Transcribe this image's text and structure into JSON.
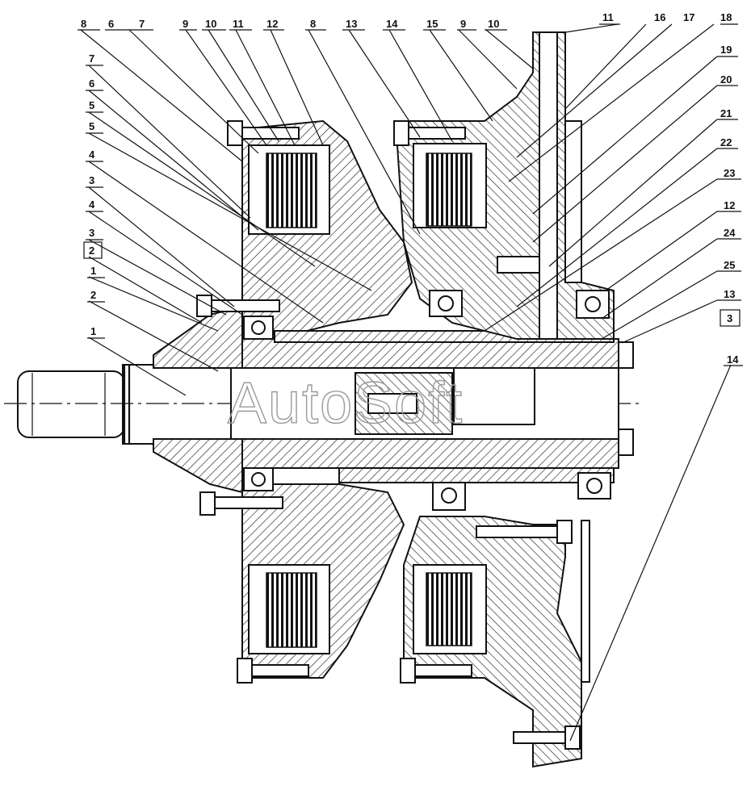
{
  "callouts": [
    {
      "id": "c-8a",
      "text": "8"
    },
    {
      "id": "c-6a",
      "text": "6"
    },
    {
      "id": "c-7a",
      "text": "7"
    },
    {
      "id": "c-9a",
      "text": "9"
    },
    {
      "id": "c-10a",
      "text": "10"
    },
    {
      "id": "c-11a",
      "text": "11"
    },
    {
      "id": "c-12a",
      "text": "12"
    },
    {
      "id": "c-8b",
      "text": "8"
    },
    {
      "id": "c-13a",
      "text": "13"
    },
    {
      "id": "c-14a",
      "text": "14"
    },
    {
      "id": "c-15",
      "text": "15"
    },
    {
      "id": "c-9b",
      "text": "9"
    },
    {
      "id": "c-10b",
      "text": "10"
    },
    {
      "id": "c-11b",
      "text": "11"
    },
    {
      "id": "c-16",
      "text": "16"
    },
    {
      "id": "c-17",
      "text": "17"
    },
    {
      "id": "c-18",
      "text": "18"
    },
    {
      "id": "c-19",
      "text": "19"
    },
    {
      "id": "c-20",
      "text": "20"
    },
    {
      "id": "c-21",
      "text": "21"
    },
    {
      "id": "c-22",
      "text": "22"
    },
    {
      "id": "c-23",
      "text": "23"
    },
    {
      "id": "c-12b",
      "text": "12"
    },
    {
      "id": "c-24",
      "text": "24"
    },
    {
      "id": "c-25",
      "text": "25"
    },
    {
      "id": "c-13b",
      "text": "13"
    },
    {
      "id": "c-3b",
      "text": "3"
    },
    {
      "id": "c-14b",
      "text": "14"
    },
    {
      "id": "c-7b",
      "text": "7"
    },
    {
      "id": "c-6b",
      "text": "6"
    },
    {
      "id": "c-5a",
      "text": "5"
    },
    {
      "id": "c-5b",
      "text": "5"
    },
    {
      "id": "c-4a",
      "text": "4"
    },
    {
      "id": "c-3a",
      "text": "3"
    },
    {
      "id": "c-4b",
      "text": "4"
    },
    {
      "id": "c-3c",
      "text": "3"
    },
    {
      "id": "c-2a",
      "text": "2"
    },
    {
      "id": "c-1a",
      "text": "1"
    },
    {
      "id": "c-2b",
      "text": "2"
    },
    {
      "id": "c-1b",
      "text": "1"
    }
  ],
  "watermark": "AutoSoft",
  "colors": {
    "ink": "#111111",
    "paper": "#ffffff",
    "watermark": "#9a9a9a"
  }
}
